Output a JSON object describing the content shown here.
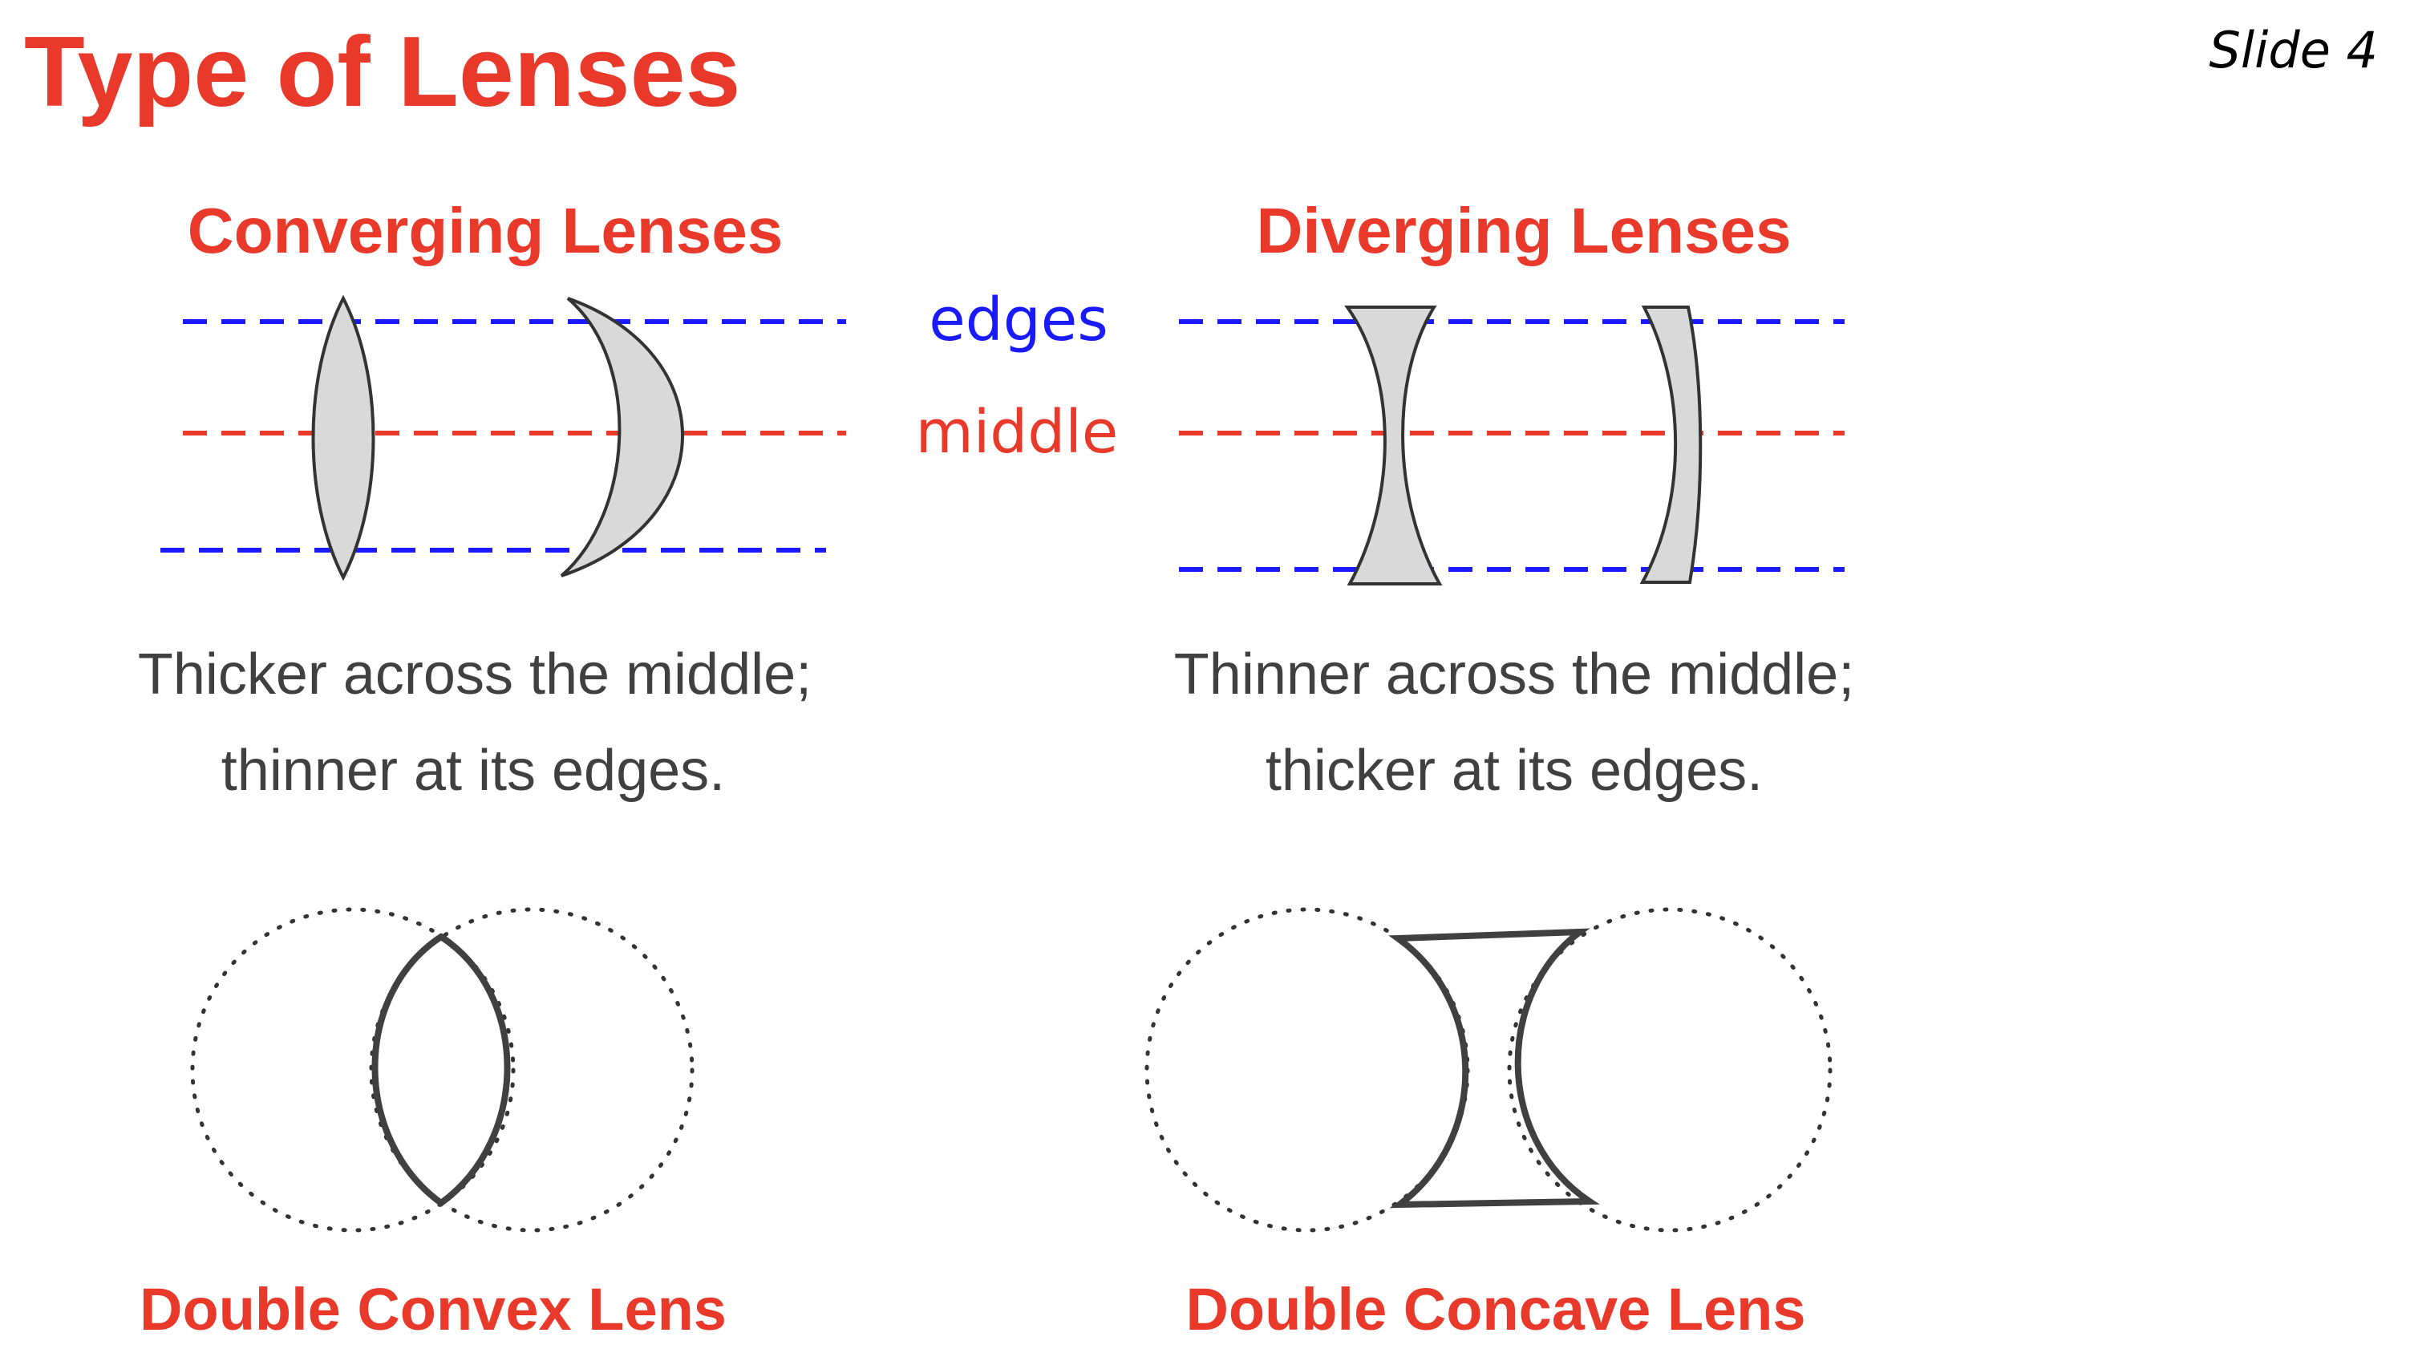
{
  "slide": {
    "title": "Type of Lenses",
    "slide_number": "Slide 4",
    "colors": {
      "title_red": "#e8392b",
      "edge_blue": "#1a1aff",
      "middle_red": "#e8392b",
      "body_text": "#404040",
      "lens_fill": "#d9d9d9",
      "lens_stroke": "#333333"
    }
  },
  "converging": {
    "heading": "Converging Lenses",
    "description_line1": "Thicker across the middle;",
    "description_line2": "thinner at its edges.",
    "caption": "Double Convex Lens"
  },
  "diverging": {
    "heading": "Diverging Lenses",
    "description_line1": "Thinner across the middle;",
    "description_line2": "thicker at its edges.",
    "caption": "Double Concave Lens"
  },
  "guides": {
    "edges_label": "edges",
    "middle_label": "middle"
  }
}
